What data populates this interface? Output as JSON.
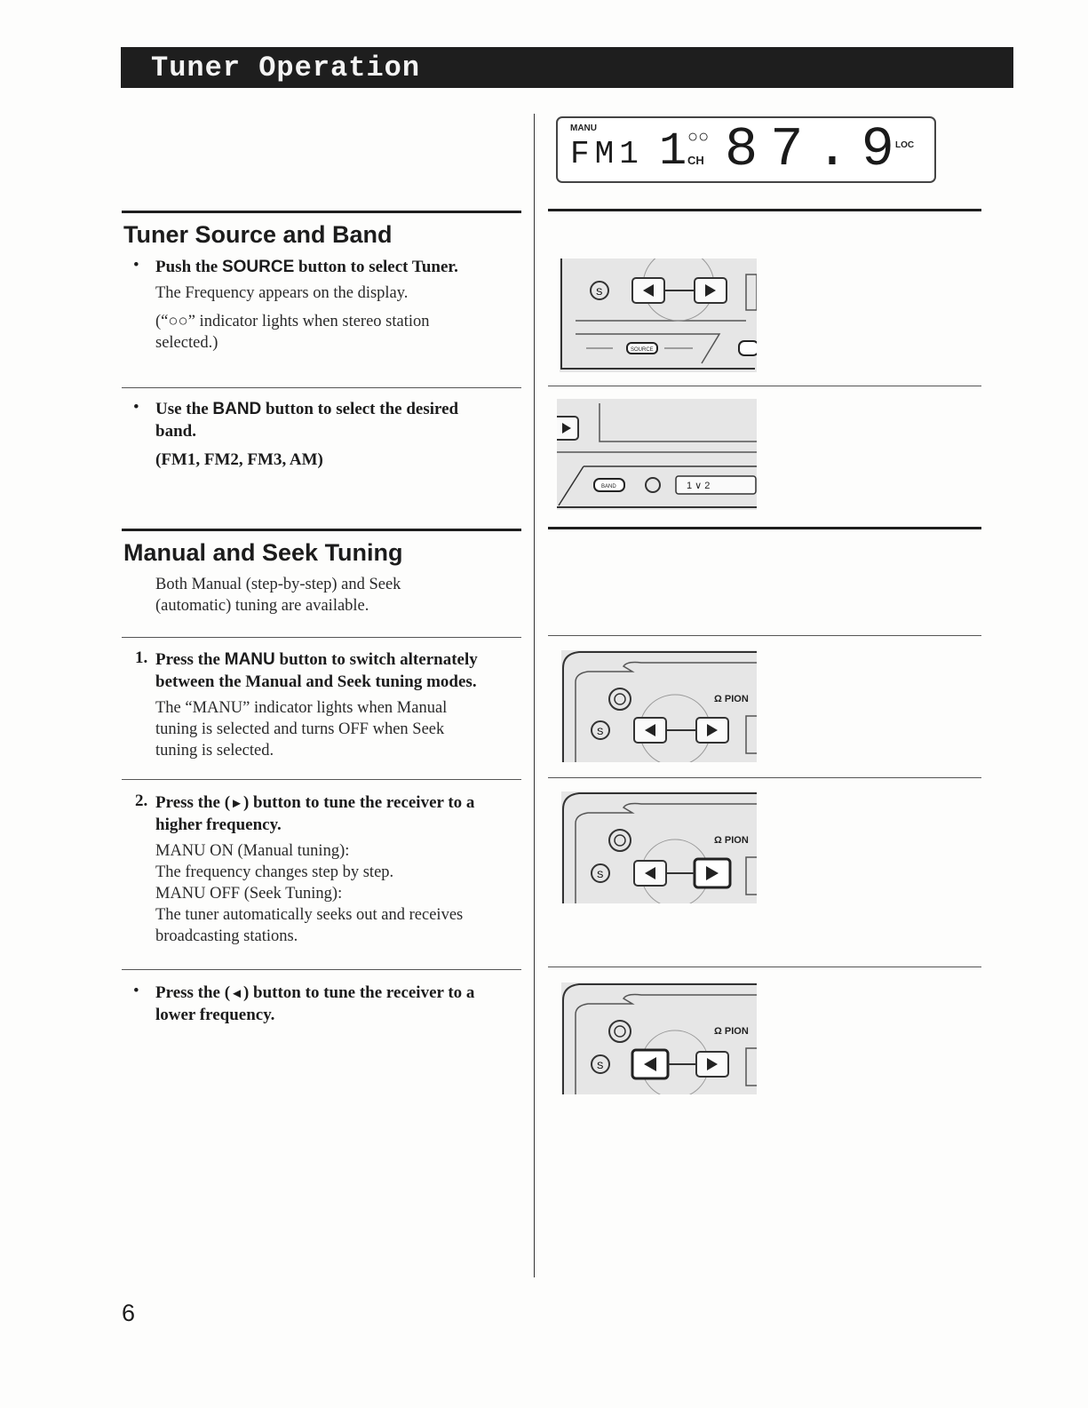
{
  "header": {
    "title": "Tuner Operation"
  },
  "display": {
    "manu": "MANU",
    "band": "FM1",
    "ch_number": "1",
    "ch_label": "CH",
    "frequency": "87.9",
    "loc": "LOC"
  },
  "section1": {
    "title": "Tuner Source and Band",
    "step1": {
      "bullet": "•",
      "pre": "Push the ",
      "key": "SOURCE",
      "post": " button to select Tuner.",
      "line1": "The Frequency appears on the display.",
      "line2": "(“○○” indicator lights when stereo station",
      "line3": "selected.)"
    },
    "step2": {
      "bullet": "•",
      "pre": "Use the ",
      "key": "BAND",
      "post": " button to select the desired",
      "cont": "band.",
      "bands": "(FM1, FM2, FM3, AM)"
    }
  },
  "section2": {
    "title": "Manual and Seek Tuning",
    "intro1": "Both Manual (step-by-step) and Seek",
    "intro2": "(automatic) tuning are available.",
    "step1": {
      "num": "1.",
      "pre": "Press the ",
      "key": "MANU",
      "post": " button to switch alternately",
      "cont": "between the Manual and Seek tuning modes.",
      "line1": "The “MANU” indicator lights when Manual",
      "line2": "tuning is selected and turns OFF when Seek",
      "line3": "tuning is selected."
    },
    "step2": {
      "num": "2.",
      "pre": "Press the (",
      "arrow": "►",
      "post": ") button to tune the receiver to a",
      "cont": "higher frequency.",
      "line1": "MANU ON (Manual tuning):",
      "line2": "The frequency changes step by step.",
      "line3": "MANU OFF (Seek Tuning):",
      "line4": "The tuner automatically seeks out and receives",
      "line5": "broadcasting stations."
    },
    "step3": {
      "bullet": "•",
      "pre": "Press the (",
      "arrow": "◄",
      "post": ") button to tune the receiver to a",
      "cont": "lower frequency."
    }
  },
  "illustrations": {
    "source_label": "SOURCE",
    "band_label": "BAND",
    "brand": "PION",
    "s_label": "S",
    "preset_label": "1  ∨  2"
  },
  "page_number": "6"
}
